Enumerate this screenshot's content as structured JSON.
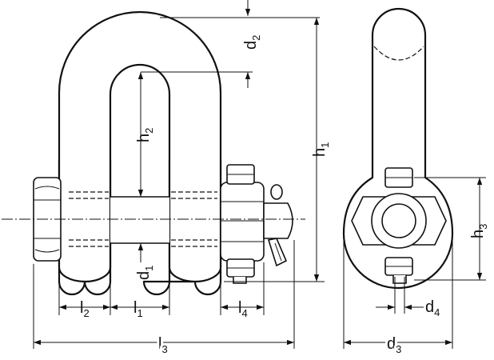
{
  "labels": {
    "h1": {
      "base": "h",
      "sub": "1"
    },
    "h2": {
      "base": "h",
      "sub": "2"
    },
    "h3": {
      "base": "h",
      "sub": "3"
    },
    "d1": {
      "base": "d",
      "sub": "1"
    },
    "d2": {
      "base": "d",
      "sub": "2"
    },
    "d3": {
      "base": "d",
      "sub": "3"
    },
    "d4": {
      "base": "d",
      "sub": "4"
    },
    "l1": {
      "base": "l",
      "sub": "1"
    },
    "l2": {
      "base": "l",
      "sub": "2"
    },
    "l3": {
      "base": "l",
      "sub": "3"
    },
    "l4": {
      "base": "l",
      "sub": "4"
    }
  }
}
